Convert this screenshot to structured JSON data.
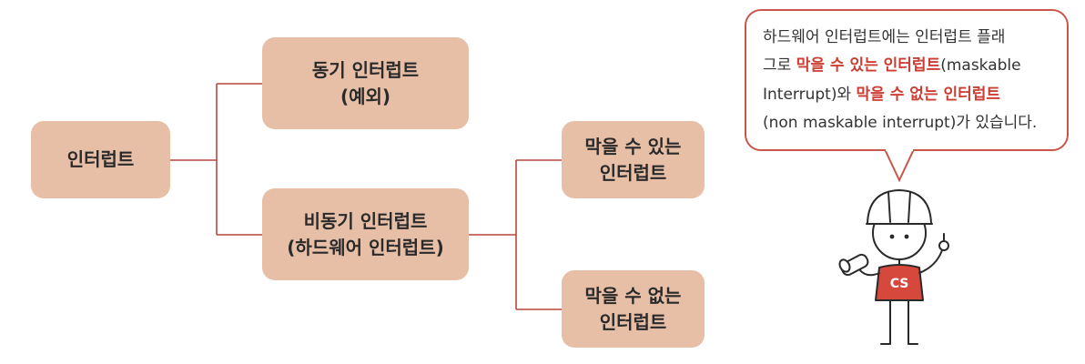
{
  "diagram": {
    "root": {
      "label": "인터럽트"
    },
    "sync": {
      "line1": "동기 인터럽트",
      "line2": "(예외)"
    },
    "async": {
      "line1": "비동기 인터럽트",
      "line2": "(하드웨어 인터럽트)"
    },
    "maskable": {
      "line1": "막을 수 있는",
      "line2": "인터럽트"
    },
    "nonmaskable": {
      "line1": "막을 수 없는",
      "line2": "인터럽트"
    }
  },
  "bubble": {
    "line1": "하드웨어 인터럽트에는 인터럽트 플래",
    "line2_pre": "그로 ",
    "line2_hl": "막을 수 있는 인터럽트",
    "line2_post": "(maskable",
    "line3_pre": "Interrupt)와 ",
    "line3_hl": "막을 수 없는 인터럽트",
    "line4": "(non maskable interrupt)가 있습니다."
  },
  "mascot": {
    "badge": "CS"
  },
  "colors": {
    "node_fill": "#e7bfa7",
    "connector": "#b9463c",
    "highlight": "#cc3d33",
    "bubble_border": "#c9564a"
  }
}
